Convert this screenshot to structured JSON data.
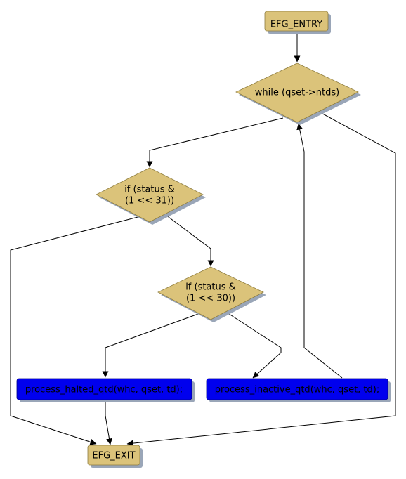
{
  "nodes": {
    "entry": {
      "label": "EFG_ENTRY"
    },
    "while_loop": {
      "label": "while (qset->ntds)"
    },
    "if_halted": {
      "line1": "if (status &",
      "line2": "(1 << 31))"
    },
    "if_active": {
      "line1": "if (status &",
      "line2": "(1 << 30))"
    },
    "halted_call": {
      "label": "process_halted_qtd(whc, qset, td);"
    },
    "inactive_call": {
      "label": "process_inactive_qtd(whc, qset, td);"
    },
    "exit": {
      "label": "EFG_EXIT"
    }
  },
  "colors": {
    "terminal_fill": "#dbc37a",
    "decision_fill": "#dbc37a",
    "action_fill": "#0000ee",
    "shadow": "#9aa6b8",
    "edge": "#000000"
  }
}
